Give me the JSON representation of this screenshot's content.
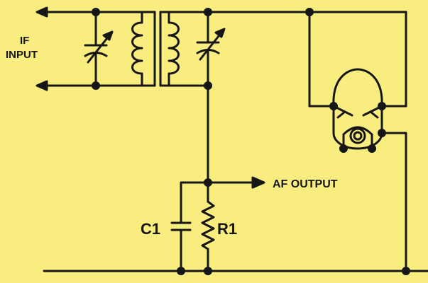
{
  "labels": {
    "if_input_line1": "IF",
    "if_input_line2": "INPUT",
    "af_output": "AF OUTPUT",
    "c1": "C1",
    "r1": "R1"
  },
  "colors": {
    "background": "#FAED80",
    "ink": "#161616"
  }
}
